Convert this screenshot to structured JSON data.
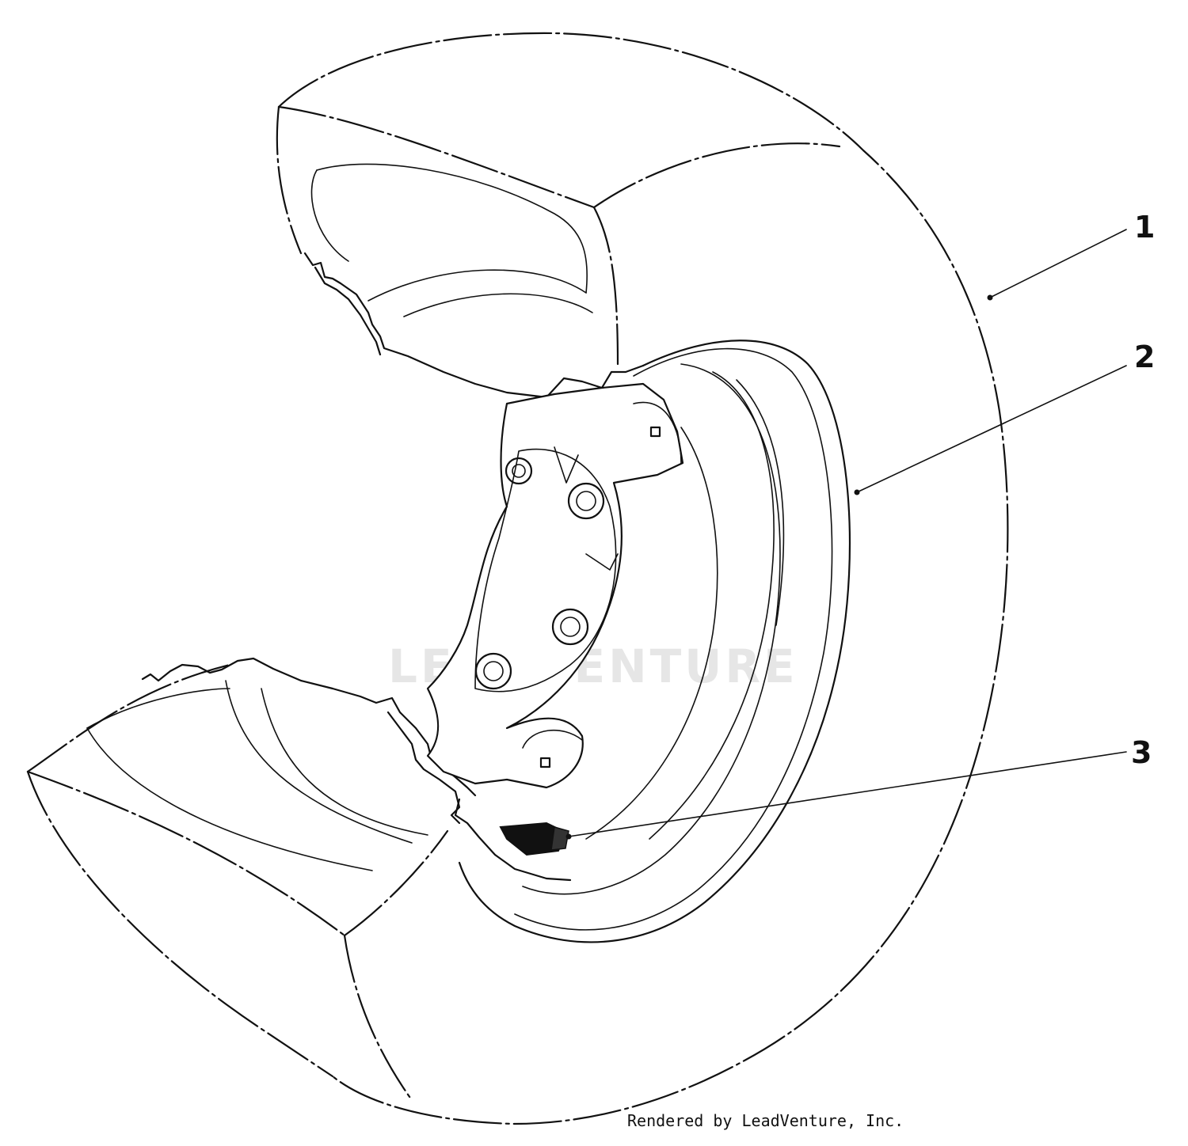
{
  "callouts": [
    {
      "label": "1"
    },
    {
      "label": "2"
    },
    {
      "label": "3"
    }
  ],
  "watermark": "LEADVENTURE",
  "credit": "Rendered by LeadVenture, Inc."
}
